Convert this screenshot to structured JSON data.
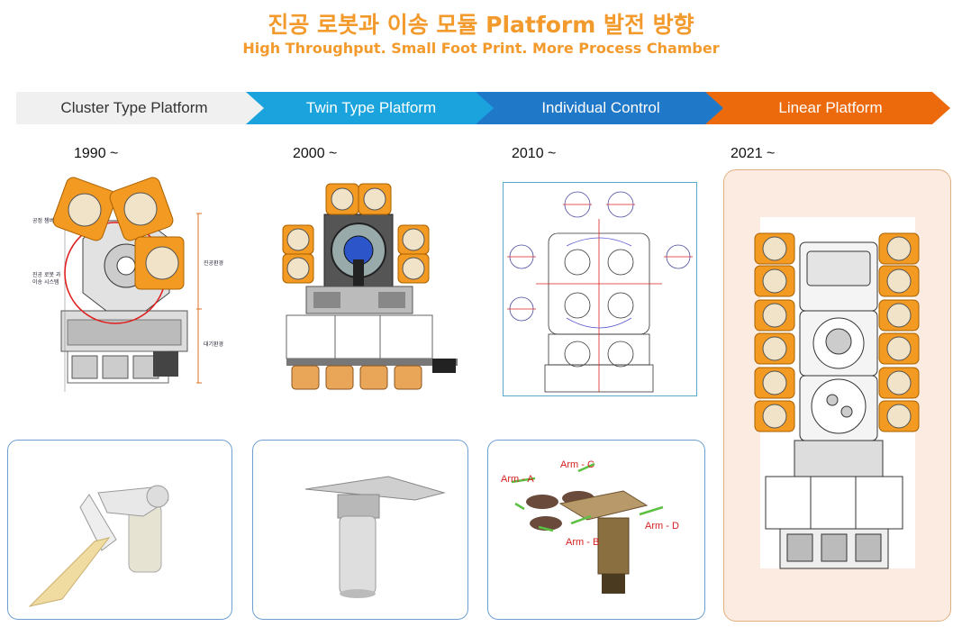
{
  "header": {
    "title": "진공 로봇과 이송 모듈 Platform 발전 방향",
    "subtitle": "High Throughput. Small Foot Print. More Process Chamber",
    "color": "#f39a2c"
  },
  "stages": [
    {
      "label": "Cluster Type Platform",
      "year": "1990 ~",
      "fill": "#f0f0f0",
      "text_color": "#333333"
    },
    {
      "label": "Twin Type Platform",
      "year": "2000 ~",
      "fill": "#1aa3dd",
      "text_color": "#ffffff"
    },
    {
      "label": "Individual Control",
      "year": "2010 ~",
      "fill": "#1f78c8",
      "text_color": "#ffffff"
    },
    {
      "label": "Linear Platform",
      "year": "2021 ~",
      "fill": "#ec6a0c",
      "text_color": "#ffffff"
    }
  ],
  "cluster_diagram": {
    "labels": [
      "공정 챔버",
      "진공 로봇 과",
      "이송 시스템",
      "진공환경",
      "대기환경"
    ]
  },
  "arm_labels": [
    "Arm - A",
    "Arm - C",
    "Arm - D",
    "Arm - B"
  ],
  "colors": {
    "chamber_orange": "#f39a22",
    "wafer": "#f1e3c8",
    "card_border": "#6f9fd0"
  }
}
